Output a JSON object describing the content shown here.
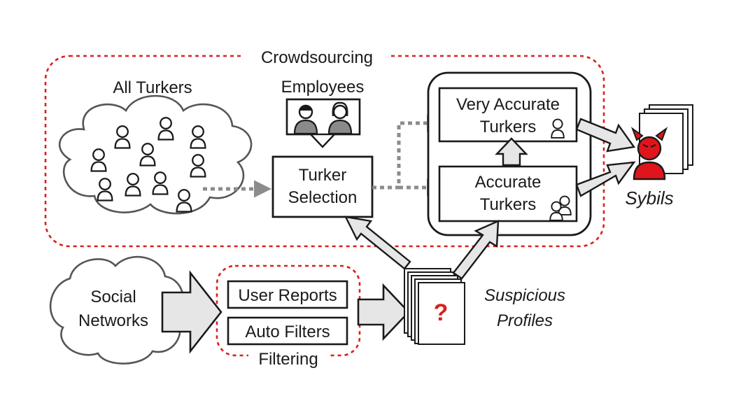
{
  "groups": {
    "crowdsourcing": "Crowdsourcing",
    "filtering": "Filtering"
  },
  "nodes": {
    "all_turkers": "All Turkers",
    "employees": "Employees",
    "turker_selection": [
      "Turker",
      "Selection"
    ],
    "very_accurate": [
      "Very Accurate",
      "Turkers"
    ],
    "accurate": [
      "Accurate",
      "Turkers"
    ],
    "sybils": "Sybils",
    "social_networks": [
      "Social",
      "Networks"
    ],
    "user_reports": "User Reports",
    "auto_filters": "Auto Filters",
    "suspicious_profiles": [
      "Suspicious",
      "Profiles"
    ],
    "question_mark": "?"
  },
  "colors": {
    "group_outline": "#d9201f",
    "sybil": "#e0141b",
    "question": "#d9201f",
    "stroke": "#1a1a1a",
    "cloud": "#555555",
    "arrow_fill": "#e6e6e6",
    "dotted_arrow": "#8c8c8c"
  },
  "icons": {
    "turker": "person-icon",
    "employee": "employee-icon",
    "sybil": "devil-icon",
    "profile": "profile-stack-icon"
  }
}
